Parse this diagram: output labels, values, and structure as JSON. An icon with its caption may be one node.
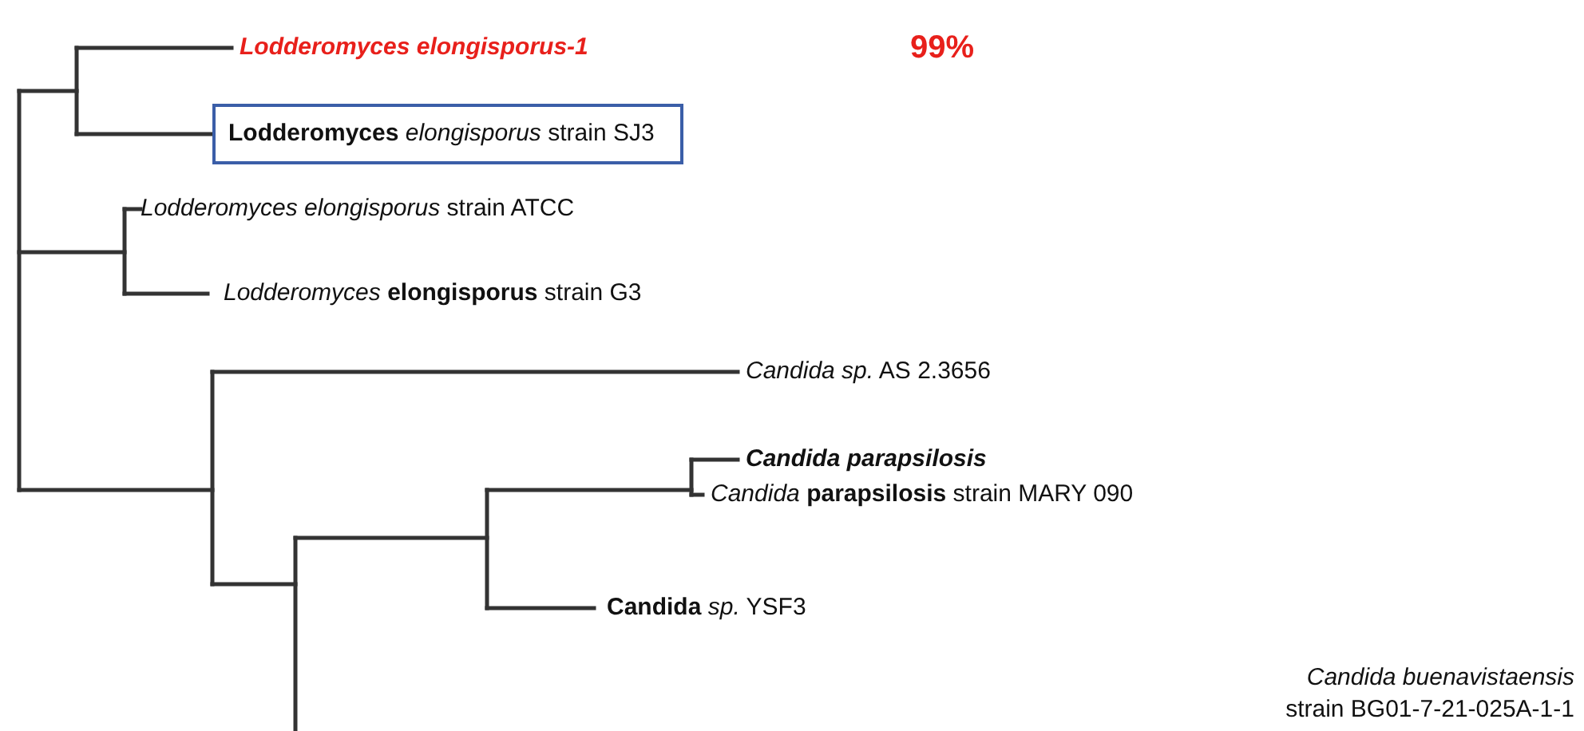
{
  "diagram": {
    "nodes": [
      {
        "text": [
          "**Lodderomyces** *elongisporus* strain SJ3"
        ]
      }
    ],
    "labels": [
      "Lodderomyces elongisporus-1",
      "99%",
      "*Lodderomyces elongisporus* strain ATCC",
      "*Lodderomyces* **elongisporus** strain G3",
      "*Candida sp.* AS 2.3656",
      "Candida parapsilosis",
      "*Candida* **parapsilosis** strain MARY 090",
      "**Candida** *sp.* YSF3",
      "*Candida buenavistaensis* strain BG01-7-21-025A-1-1"
    ]
  }
}
